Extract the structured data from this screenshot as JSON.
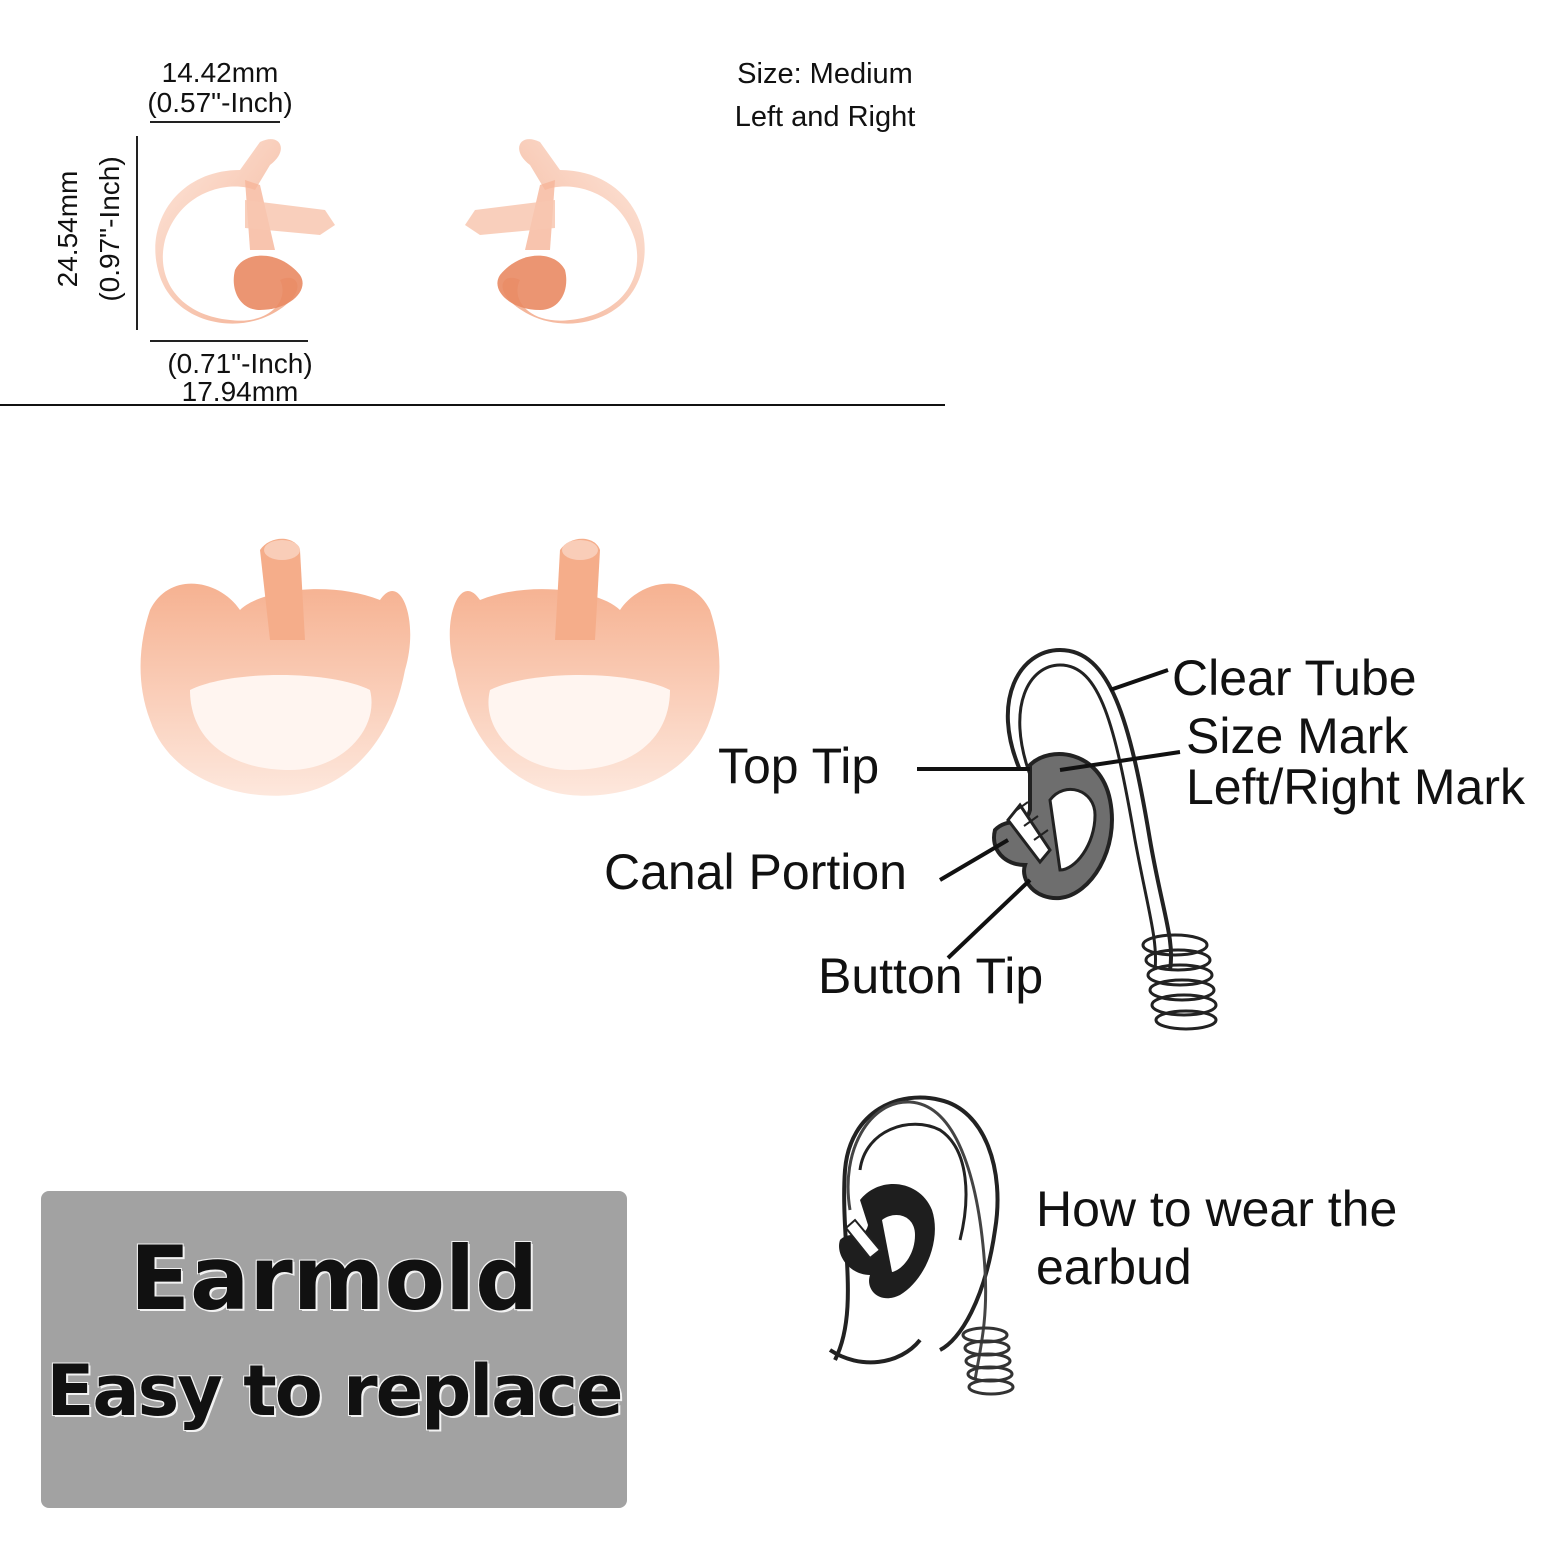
{
  "dimensions": {
    "width_top": {
      "mm": "14.42mm",
      "inch": "(0.57\"-Inch)"
    },
    "height_left": {
      "mm": "24.54mm",
      "inch": "(0.97\"-Inch)"
    },
    "width_bottom": {
      "inch": "(0.71\"-Inch)",
      "mm": "17.94mm"
    }
  },
  "size_info": {
    "line1": "Size: Medium",
    "line2": "Left and Right"
  },
  "callouts": {
    "clear_tube": "Clear Tube",
    "size_mark": "Size Mark",
    "lr_mark": "Left/Right Mark",
    "top_tip": "Top Tip",
    "canal_portion": "Canal Portion",
    "button_tip": "Button Tip"
  },
  "wear": {
    "line1": "How to wear the",
    "line2": "earbud"
  },
  "banner": {
    "title": "Earmold",
    "subtitle": "Easy to replace"
  },
  "colors": {
    "earmold": "#f5b49a",
    "earmold_dark": "#e07a55",
    "banner_bg": "#a2a2a2"
  }
}
